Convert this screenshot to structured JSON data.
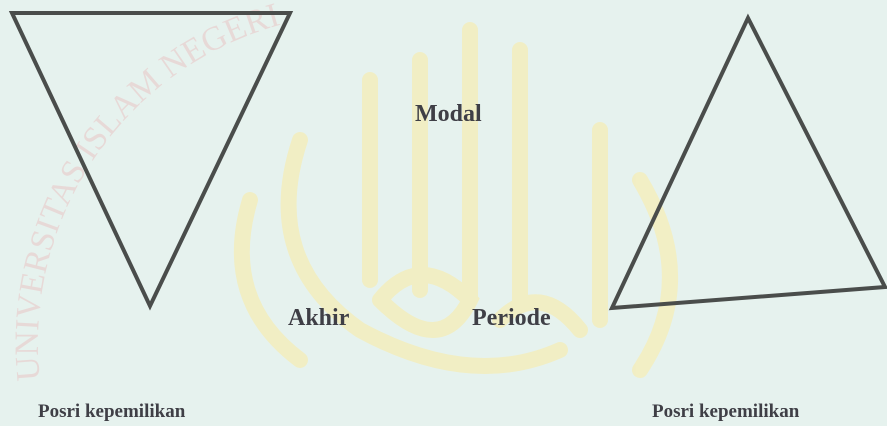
{
  "labels": {
    "modal": "Modal",
    "akhir": "Akhir",
    "periode": "Periode",
    "left_caption": "Posri kepemilikan",
    "right_caption": "Posri kepemilikan"
  },
  "watermark_text": "UNIVERSITAS ISLAM NEGERI MAULANA MALIK IBRAHIM",
  "colors": {
    "background": "#e6f2ee",
    "stroke": "#4a4d4b",
    "label": "#3f3f46",
    "watermark_glyph": "#f3eec0",
    "watermark_text": "#e9c6c6"
  }
}
